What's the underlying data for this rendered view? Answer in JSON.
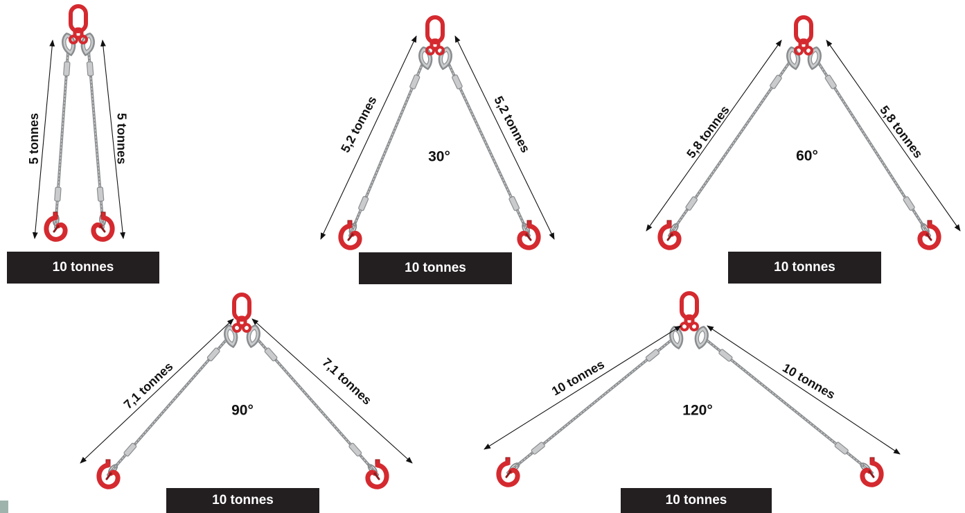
{
  "colors": {
    "hardware": "#d42a2f",
    "hardware_dark": "#8e1b1e",
    "wire": "#8a8d8f",
    "wire_light": "#c9cbcc",
    "arrow": "#111111",
    "caption_bg": "#231f20",
    "caption_text": "#ffffff",
    "corner": "#9fb3ad"
  },
  "icons": [
    "master-link-icon",
    "thimble-eye-icon",
    "wire-rope-leg",
    "ferrule-icon",
    "self-locking-hook-icon",
    "double-headed-arrow"
  ],
  "slings": [
    {
      "angle_label": "",
      "leg_load_left": "5 tonnes",
      "leg_load_right": "5 tonnes",
      "total_load": "10 tonnes"
    },
    {
      "angle_label": "30°",
      "leg_load_left": "5,2 tonnes",
      "leg_load_right": "5,2 tonnes",
      "total_load": "10 tonnes"
    },
    {
      "angle_label": "60°",
      "leg_load_left": "5,8 tonnes",
      "leg_load_right": "5,8 tonnes",
      "total_load": "10 tonnes"
    },
    {
      "angle_label": "90°",
      "leg_load_left": "7,1 tonnes",
      "leg_load_right": "7,1 tonnes",
      "total_load": "10 tonnes"
    },
    {
      "angle_label": "120°",
      "leg_load_left": "10 tonnes",
      "leg_load_right": "10 tonnes",
      "total_load": "10 tonnes"
    }
  ]
}
